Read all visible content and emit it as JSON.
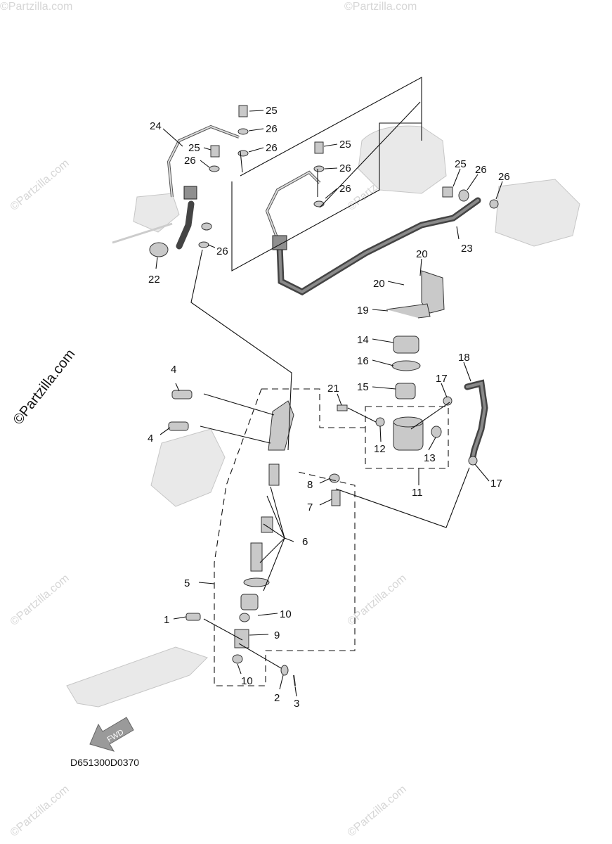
{
  "diagram_code": "D651300D0370",
  "fwd_label": "FWD",
  "watermark": "©Partzilla.com",
  "side_watermark": "©Partzilla.com",
  "callouts": {
    "c1": "1",
    "c2": "2",
    "c3": "3",
    "c4a": "4",
    "c4b": "4",
    "c5": "5",
    "c6": "6",
    "c7": "7",
    "c8": "8",
    "c9": "9",
    "c10a": "10",
    "c10b": "10",
    "c11": "11",
    "c12": "12",
    "c13": "13",
    "c14": "14",
    "c15": "15",
    "c16": "16",
    "c17a": "17",
    "c17b": "17",
    "c18": "18",
    "c19": "19",
    "c20a": "20",
    "c20b": "20",
    "c21": "21",
    "c22": "22",
    "c23": "23",
    "c24": "24",
    "c25a": "25",
    "c25b": "25",
    "c25c": "25",
    "c25d": "25",
    "c26a": "26",
    "c26b": "26",
    "c26c": "26",
    "c26d": "26",
    "c26e": "26",
    "c26f": "26",
    "c26g": "26",
    "c26h": "26"
  }
}
